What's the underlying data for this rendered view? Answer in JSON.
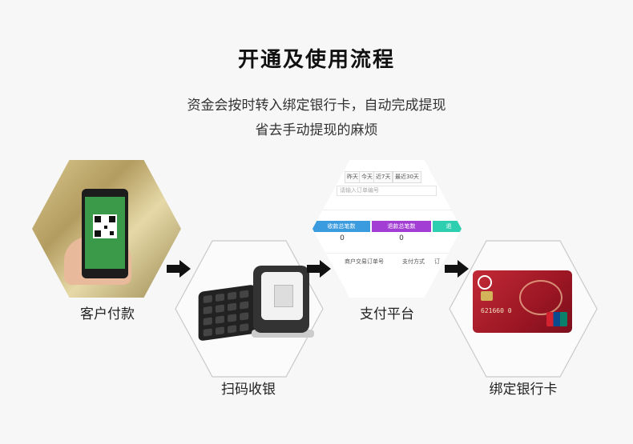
{
  "header": {
    "title": "开通及使用流程",
    "subtitle_line1": "资金会按时转入绑定银行卡，自动完成提现",
    "subtitle_line2": "省去手动提现的麻烦"
  },
  "steps": [
    {
      "label": "客户付款",
      "icon": "phone-qr-payment"
    },
    {
      "label": "扫码收银",
      "icon": "barcode-scanner"
    },
    {
      "label": "支付平台",
      "icon": "payment-platform-screen"
    },
    {
      "label": "绑定银行卡",
      "icon": "bank-card"
    }
  ],
  "platform": {
    "filter_buttons": [
      "昨天",
      "今天",
      "近7天",
      "最近30天"
    ],
    "search_placeholder": "请输入订单编号",
    "cards": [
      {
        "label": "收款总笔数",
        "value": "0",
        "color": "#3b9bdf"
      },
      {
        "label": "退款总笔数",
        "value": "0",
        "color": "#a33ed4"
      },
      {
        "label": "退",
        "value": "",
        "color": "#2ecfb0"
      }
    ],
    "table_headers": [
      "商户交易订单号",
      "支付方式",
      "订"
    ]
  },
  "card": {
    "number": "621660 0",
    "brand_text": "UnionPay 银联"
  },
  "colors": {
    "hex_border": "#c9c9c9",
    "arrow": "#111111",
    "background": "#f7f7f7"
  }
}
